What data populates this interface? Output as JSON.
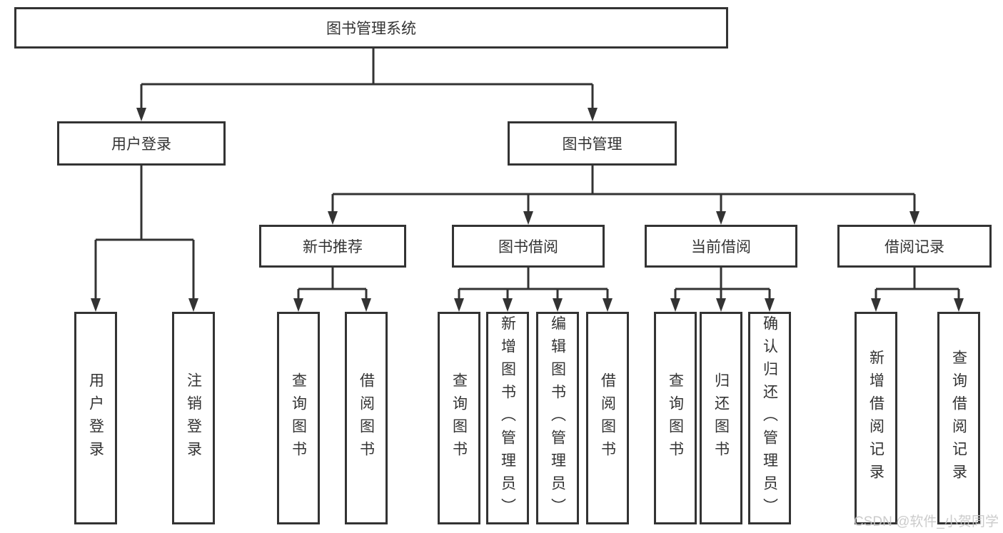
{
  "tree": {
    "label": "图书管理系统",
    "children": [
      {
        "label": "用户登录",
        "children": [
          {
            "label": "用户登录"
          },
          {
            "label": "注销登录"
          }
        ]
      },
      {
        "label": "图书管理",
        "children": [
          {
            "label": "新书推荐",
            "children": [
              {
                "label": "查询图书"
              },
              {
                "label": "借阅图书"
              }
            ]
          },
          {
            "label": "图书借阅",
            "children": [
              {
                "label": "查询图书"
              },
              {
                "label": "新增图书（管理员）"
              },
              {
                "label": "编辑图书（管理员）"
              },
              {
                "label": "借阅图书"
              }
            ]
          },
          {
            "label": "当前借阅",
            "children": [
              {
                "label": "查询图书"
              },
              {
                "label": "归还图书"
              },
              {
                "label": "确认归还（管理员）"
              }
            ]
          },
          {
            "label": "借阅记录",
            "children": [
              {
                "label": "新增借阅记录"
              },
              {
                "label": "查询借阅记录"
              }
            ]
          }
        ]
      }
    ]
  },
  "colors": {
    "line": "#333333",
    "box_border": "#333333",
    "text": "#333333",
    "background": "#ffffff",
    "watermark": "#c6c6c6"
  },
  "watermark": {
    "text": "CSDN @软件_小贺同学"
  }
}
